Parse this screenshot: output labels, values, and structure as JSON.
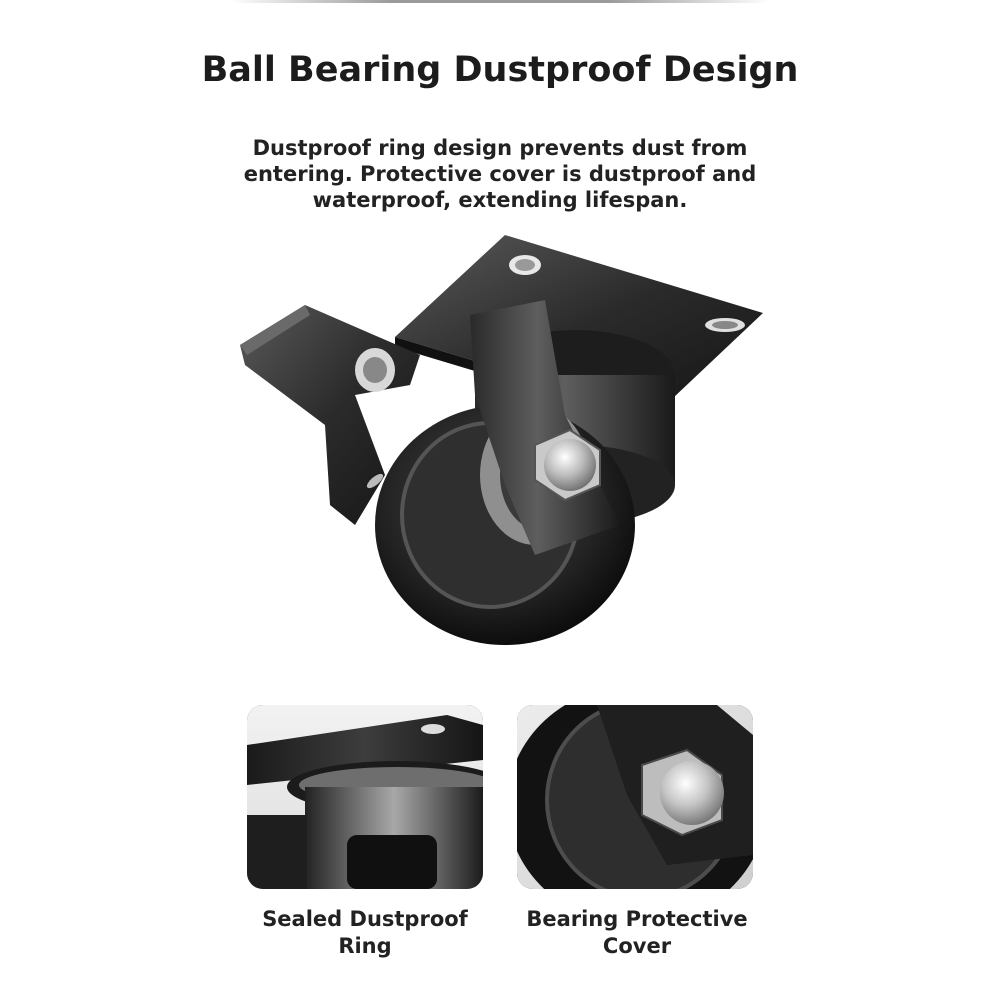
{
  "heading": {
    "title": "Ball Bearing Dustproof Design",
    "subtitle": "Dustproof ring design prevents dust from entering. Protective cover is dustproof and waterproof, extending lifespan."
  },
  "details": [
    {
      "caption": "Sealed Dustproof Ring"
    },
    {
      "caption": "Bearing Protective Cover"
    }
  ]
}
